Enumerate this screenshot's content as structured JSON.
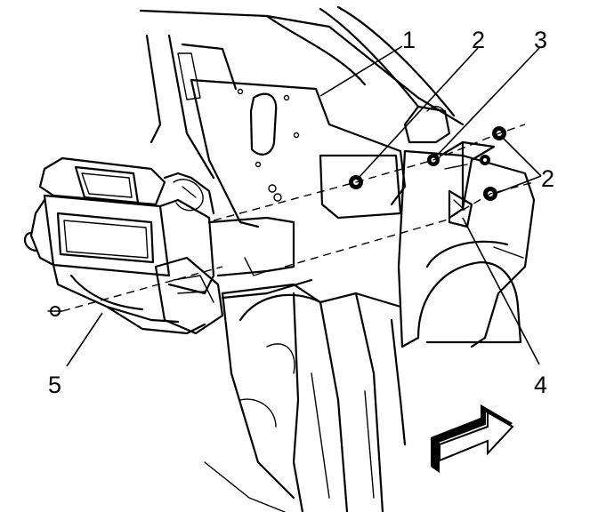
{
  "callouts": [
    {
      "id": "1",
      "label": "1"
    },
    {
      "id": "2a",
      "label": "2"
    },
    {
      "id": "3",
      "label": "3"
    },
    {
      "id": "2b",
      "label": "2"
    },
    {
      "id": "4",
      "label": "4"
    },
    {
      "id": "5",
      "label": "5"
    }
  ],
  "parts": {
    "hvac_module": "hvac-module-assembly",
    "dash_panel": "front-of-dash-panel",
    "fender_inner": "inner-fender-wheelhouse",
    "retaining_nut": "retaining-nut",
    "mounting_bracket": "mounting-bracket",
    "forward_arrow": "forward-direction-arrow"
  },
  "colors": {
    "line": "#000000",
    "background": "#ffffff"
  }
}
